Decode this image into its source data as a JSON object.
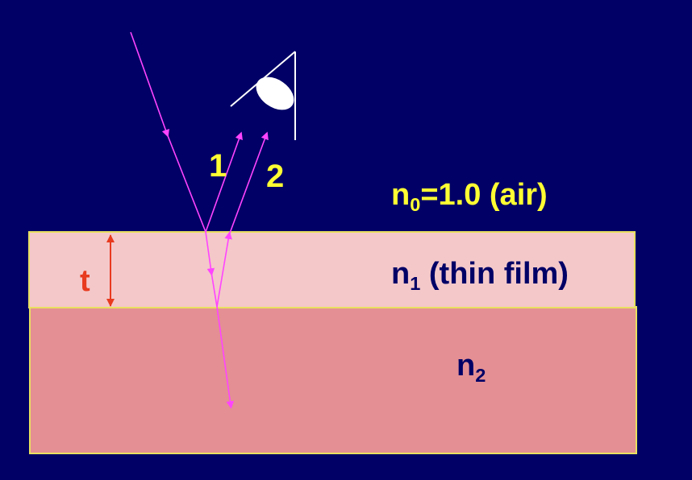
{
  "labels": {
    "ray1": "1",
    "ray2": "2",
    "thickness": "t",
    "n0_symbol": "n",
    "n0_sub": "0",
    "n0_rest": "=1.0 (air)",
    "n1_symbol": "n",
    "n1_sub": "1",
    "n1_rest": " (thin film)",
    "n2_symbol": "n",
    "n2_sub": "2"
  },
  "colors": {
    "background": "#000066",
    "thin_film": "#f4c8c9",
    "substrate": "#e48f93",
    "layer_border": "#e8e060",
    "ray": "#ff44ff",
    "eye": "#ffffff",
    "label_yellow": "#ffff33",
    "label_navy": "#000066",
    "thickness_marker": "#e83a1e"
  },
  "icons": {
    "observer": "eye-icon"
  }
}
